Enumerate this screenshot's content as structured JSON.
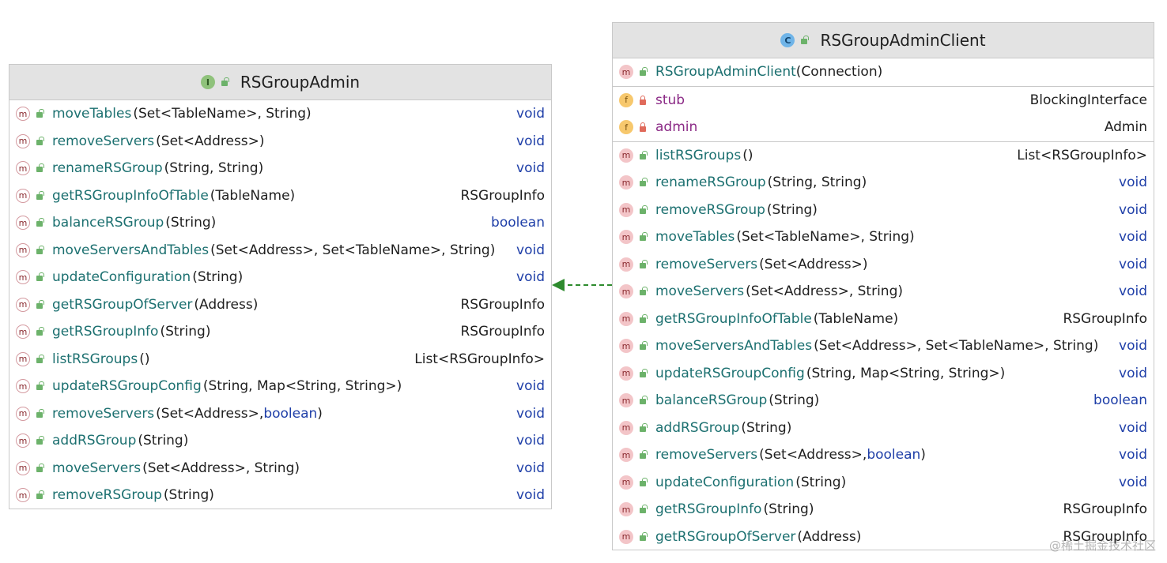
{
  "left": {
    "title": "RSGroupAdmin",
    "badge": "I",
    "methods": [
      {
        "name": "moveTables",
        "params": "(Set<TableName>, String)",
        "ret": "void",
        "ret_kw": true
      },
      {
        "name": "removeServers",
        "params": "(Set<Address>)",
        "ret": "void",
        "ret_kw": true
      },
      {
        "name": "renameRSGroup",
        "params": "(String, String)",
        "ret": "void",
        "ret_kw": true
      },
      {
        "name": "getRSGroupInfoOfTable",
        "params": "(TableName)",
        "ret": "RSGroupInfo",
        "ret_kw": false
      },
      {
        "name": "balanceRSGroup",
        "params": "(String)",
        "ret": "boolean",
        "ret_kw": true
      },
      {
        "name": "moveServersAndTables",
        "params": "(Set<Address>, Set<TableName>, String)",
        "ret": "void",
        "ret_kw": true
      },
      {
        "name": "updateConfiguration",
        "params": "(String)",
        "ret": "void",
        "ret_kw": true
      },
      {
        "name": "getRSGroupOfServer",
        "params": "(Address)",
        "ret": "RSGroupInfo",
        "ret_kw": false
      },
      {
        "name": "getRSGroupInfo",
        "params": "(String)",
        "ret": "RSGroupInfo",
        "ret_kw": false
      },
      {
        "name": "listRSGroups",
        "params": "()",
        "ret": "List<RSGroupInfo>",
        "ret_kw": false
      },
      {
        "name": "updateRSGroupConfig",
        "params": "(String, Map<String, String>)",
        "ret": "void",
        "ret_kw": true
      },
      {
        "name": "removeServers",
        "params": "(Set<Address>, ",
        "params_kw": "boolean",
        "params_end": ")",
        "ret": "void",
        "ret_kw": true
      },
      {
        "name": "addRSGroup",
        "params": "(String)",
        "ret": "void",
        "ret_kw": true
      },
      {
        "name": "moveServers",
        "params": "(Set<Address>, String)",
        "ret": "void",
        "ret_kw": true
      },
      {
        "name": "removeRSGroup",
        "params": "(String)",
        "ret": "void",
        "ret_kw": true
      }
    ]
  },
  "right": {
    "title": "RSGroupAdminClient",
    "badge": "C",
    "constructor": {
      "name": "RSGroupAdminClient",
      "params": "(Connection)"
    },
    "fields": [
      {
        "name": "stub",
        "type": "BlockingInterface"
      },
      {
        "name": "admin",
        "type": "Admin"
      }
    ],
    "methods": [
      {
        "name": "listRSGroups",
        "params": "()",
        "ret": "List<RSGroupInfo>",
        "ret_kw": false
      },
      {
        "name": "renameRSGroup",
        "params": "(String, String)",
        "ret": "void",
        "ret_kw": true
      },
      {
        "name": "removeRSGroup",
        "params": "(String)",
        "ret": "void",
        "ret_kw": true
      },
      {
        "name": "moveTables",
        "params": "(Set<TableName>, String)",
        "ret": "void",
        "ret_kw": true
      },
      {
        "name": "removeServers",
        "params": "(Set<Address>)",
        "ret": "void",
        "ret_kw": true
      },
      {
        "name": "moveServers",
        "params": "(Set<Address>, String)",
        "ret": "void",
        "ret_kw": true
      },
      {
        "name": "getRSGroupInfoOfTable",
        "params": "(TableName)",
        "ret": "RSGroupInfo",
        "ret_kw": false
      },
      {
        "name": "moveServersAndTables",
        "params": "(Set<Address>, Set<TableName>, String)",
        "ret": "void",
        "ret_kw": true
      },
      {
        "name": "updateRSGroupConfig",
        "params": "(String, Map<String, String>)",
        "ret": "void",
        "ret_kw": true
      },
      {
        "name": "balanceRSGroup",
        "params": "(String)",
        "ret": "boolean",
        "ret_kw": true
      },
      {
        "name": "addRSGroup",
        "params": "(String)",
        "ret": "void",
        "ret_kw": true
      },
      {
        "name": "removeServers",
        "params": "(Set<Address>, ",
        "params_kw": "boolean",
        "params_end": ")",
        "ret": "void",
        "ret_kw": true
      },
      {
        "name": "updateConfiguration",
        "params": "(String)",
        "ret": "void",
        "ret_kw": true
      },
      {
        "name": "getRSGroupInfo",
        "params": "(String)",
        "ret": "RSGroupInfo",
        "ret_kw": false
      },
      {
        "name": "getRSGroupOfServer",
        "params": "(Address)",
        "ret": "RSGroupInfo",
        "ret_kw": false
      }
    ]
  },
  "watermark": "@稀土掘金技术社区",
  "colors": {
    "method_name": "#1c7070",
    "field_name": "#8b2a86",
    "keyword": "#1f3fa8",
    "arrow": "#2e8b2e"
  }
}
